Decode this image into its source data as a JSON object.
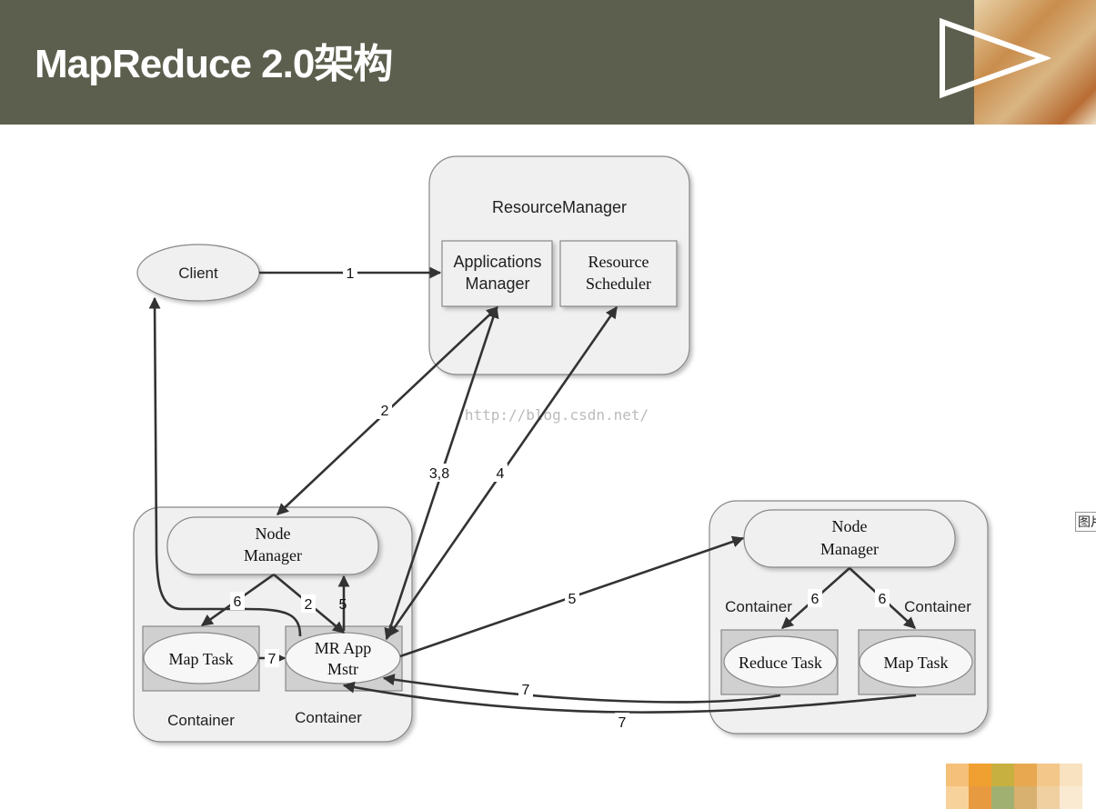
{
  "header": {
    "title": "MapReduce 2.0架构"
  },
  "icons": {
    "play": "play-triangle-icon"
  },
  "resource_manager": {
    "title": "ResourceManager",
    "applications_manager": [
      "Applications",
      "Manager"
    ],
    "resource_scheduler": [
      "Resource",
      "Scheduler"
    ]
  },
  "client": {
    "label": "Client"
  },
  "left_node": {
    "node_manager": [
      "Node",
      "Manager"
    ],
    "map_task": "Map Task",
    "mr_app_master": [
      "MR App",
      "Mstr"
    ],
    "container_left": "Container",
    "container_right": "Container"
  },
  "right_node": {
    "node_manager": [
      "Node",
      "Manager"
    ],
    "reduce_task": "Reduce Task",
    "map_task": "Map Task",
    "container_left": "Container",
    "container_right": "Container"
  },
  "edge_labels": {
    "client_to_rm": "1",
    "am_to_nm": "2",
    "am_to_mr": "3,8",
    "scheduler_to_mr": "4",
    "nm_to_maptask": "6",
    "nm_to_mr": "2",
    "mr_to_nm": "5",
    "maptask_to_mr": "7",
    "mr_to_right_nm": "5",
    "right_nm_to_reduce": "6",
    "right_nm_to_map": "6",
    "reduce_to_mr": "7",
    "map_to_mr": "7"
  },
  "watermark": "http://blog.csdn.net/",
  "side_tab": "图片",
  "colors": {
    "header_bg": "#5d5f4e",
    "box_fill": "#f0f0f0",
    "container_fill": "#d0d0d0",
    "arrow": "#333333"
  }
}
